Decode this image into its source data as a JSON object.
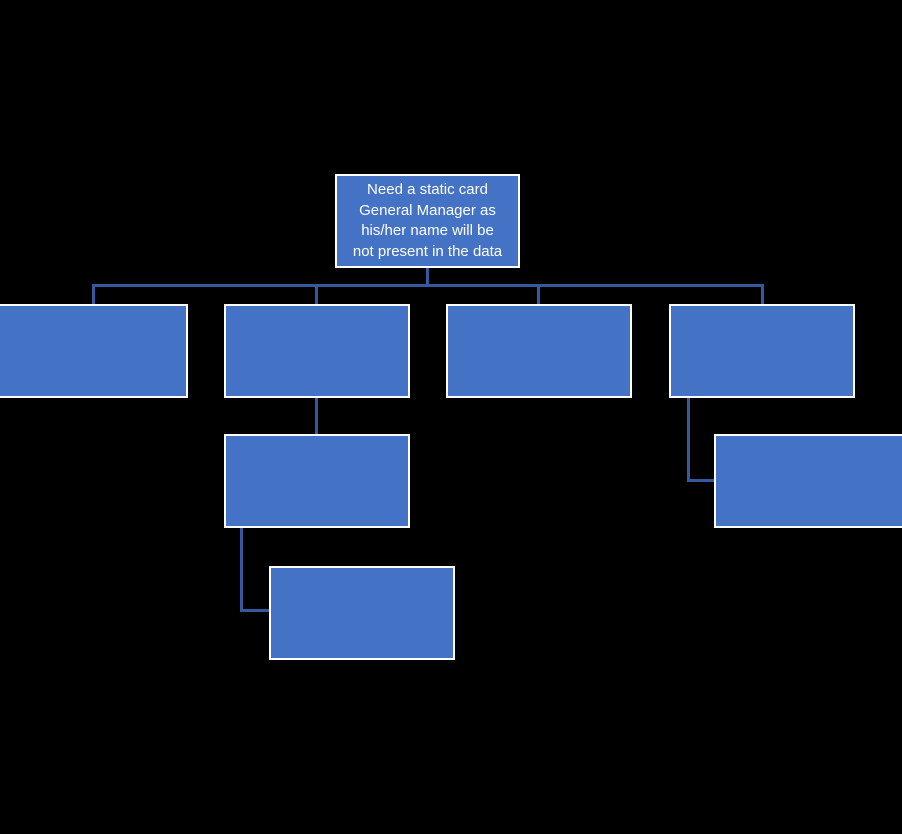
{
  "diagram": {
    "type": "org-chart",
    "nodes": [
      {
        "id": "root",
        "level": 0,
        "parent": null,
        "label": "Need a static card\nGeneral Manager as\nhis/her name will be\nnot present in the data"
      },
      {
        "id": "branch-1",
        "level": 1,
        "parent": "root",
        "label": ""
      },
      {
        "id": "branch-2",
        "level": 1,
        "parent": "root",
        "label": ""
      },
      {
        "id": "branch-3",
        "level": 1,
        "parent": "root",
        "label": ""
      },
      {
        "id": "branch-4",
        "level": 1,
        "parent": "root",
        "label": ""
      },
      {
        "id": "branch-2-report",
        "level": 2,
        "parent": "branch-2",
        "label": ""
      },
      {
        "id": "branch-4-report",
        "level": 2,
        "parent": "branch-4",
        "label": ""
      },
      {
        "id": "branch-2-report-report",
        "level": 3,
        "parent": "branch-2-report",
        "label": ""
      }
    ]
  },
  "colors": {
    "canvas-bg": "#000000",
    "node-fill": "#4472C4",
    "node-border": "#FFFFFF",
    "node-text": "#FFFFFF",
    "connector": "#35599E"
  }
}
